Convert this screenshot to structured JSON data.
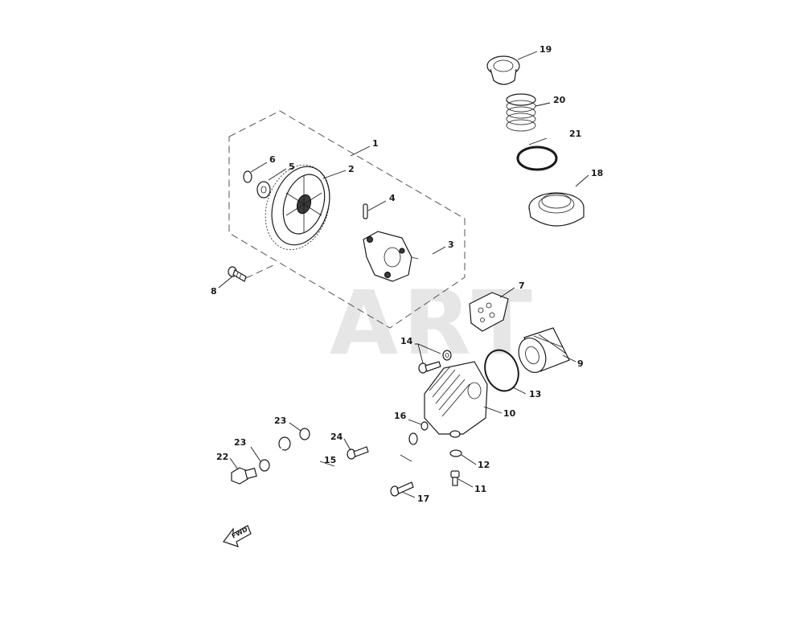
{
  "watermark": "ART",
  "fwd_label": "FWD",
  "labels": {
    "p1": "1",
    "p2": "2",
    "p3": "3",
    "p4": "4",
    "p5": "5",
    "p6": "6",
    "p7": "7",
    "p8": "8",
    "p9": "9",
    "p10": "10",
    "p11": "11",
    "p12": "12",
    "p13": "13",
    "p14": "14",
    "p15": "15",
    "p16": "16",
    "p17": "17",
    "p18": "18",
    "p19": "19",
    "p20": "20",
    "p21": "21",
    "p22": "22",
    "p23a": "23",
    "p23b": "23",
    "p24": "24"
  }
}
